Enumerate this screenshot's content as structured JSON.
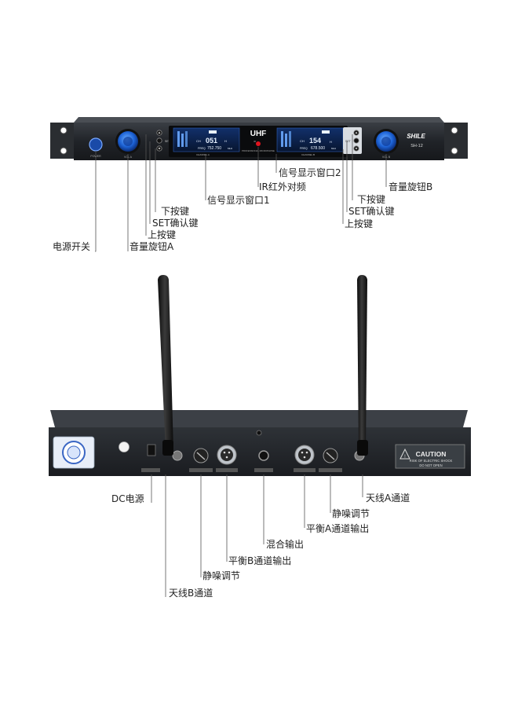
{
  "front_panel": {
    "band": "UHF",
    "brand": "SHILE",
    "model": "SH-12",
    "channel_a": {
      "ch": "CH",
      "ch_num": "051",
      "unit": "H",
      "freq_label": "FREQ",
      "freq": "752.750",
      "unit2": "MHz",
      "name": "CHANNEL A"
    },
    "channel_b": {
      "ch": "CH",
      "ch_num": "154",
      "unit": "H",
      "freq_label": "FREQ",
      "freq": "678.500",
      "unit2": "MHz",
      "name": "CHANNEL B"
    },
    "set": "SET",
    "ir": "IR",
    "mic_text": "PROFESSIONAL  MICROPHONE",
    "power": "POWER",
    "vol_a": "VOL A",
    "vol_b": "VOL B",
    "labels": {
      "power_switch": "电源开关",
      "vol_a": "音量旋钮A",
      "up_a": "上按键",
      "set_a": "SET确认键",
      "down_a": "下按键",
      "display_1": "信号显示窗口1",
      "ir": "IR红外对频",
      "display_2": "信号显示窗口2",
      "down_b": "下按键",
      "set_b": "SET确认键",
      "up_b": "上按键",
      "vol_b": "音量旋钮B"
    }
  },
  "rear_panel": {
    "caution_title": "CAUTION",
    "caution_line1": "RISK OF ELECTRIC SHOCK",
    "caution_line2": "DO NOT OPEN",
    "labels": {
      "dc": "DC电源",
      "ant_b": "天线B通道",
      "squelch_b": "静噪调节",
      "bal_b": "平衡B通道输出",
      "mix": "混合输出",
      "bal_a": "平衡A通道输出",
      "squelch_a": "静噪调节",
      "ant_a": "天线A通道"
    }
  },
  "colors": {
    "chassis": "#1f2226",
    "lcd_bg": "#0b1a3a",
    "lcd_text": "#e8f2ff",
    "knob_blue": "#1d63d6",
    "ir_red": "#e0141e",
    "caution": "#3a3f44"
  }
}
